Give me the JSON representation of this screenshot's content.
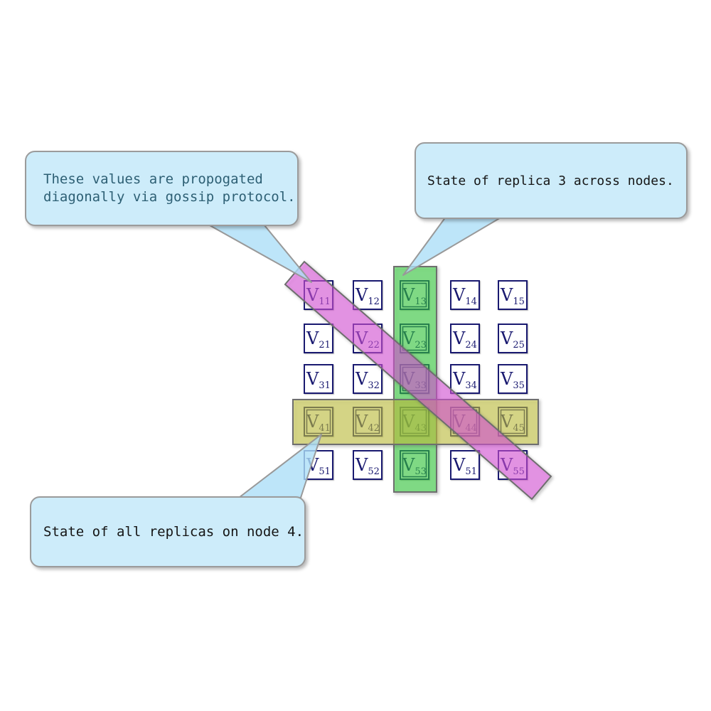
{
  "diagram": {
    "symbol": "V",
    "grid_subscripts": [
      [
        "11",
        "12",
        "13",
        "14",
        "15"
      ],
      [
        "21",
        "22",
        "23",
        "24",
        "25"
      ],
      [
        "31",
        "32",
        "33",
        "34",
        "35"
      ],
      [
        "41",
        "42",
        "43",
        "44",
        "45"
      ],
      [
        "51",
        "52",
        "53",
        "51",
        "55"
      ]
    ],
    "cell_border_color": "#191970",
    "cell_text_color": "#191970"
  },
  "highlights": {
    "replica_column": {
      "fill": "rgba(40,220,50,0.5)",
      "stroke": "#6e6e6e"
    },
    "node_row": {
      "fill": "rgba(209,209,52,0.5)",
      "stroke": "#6e6e6e"
    },
    "diagonal": {
      "fill": "rgba(237,77,237,0.5)",
      "stroke": "#6e6e6e"
    }
  },
  "callout_style": {
    "fill": "#cdecfa",
    "border": "#9b9b9b",
    "tail_fill": "rgba(173,223,247,0.8)",
    "tail_stroke": "#999999"
  },
  "callouts": [
    {
      "lines": [
        "These values are propogated",
        "diagonally via gossip protocol."
      ],
      "text_color": "#2d5f74"
    },
    {
      "lines": [
        "State of replica 3 across nodes."
      ],
      "text_color": "#151515"
    },
    {
      "lines": [
        "State of all replicas on node 4."
      ],
      "text_color": "#151515"
    }
  ]
}
